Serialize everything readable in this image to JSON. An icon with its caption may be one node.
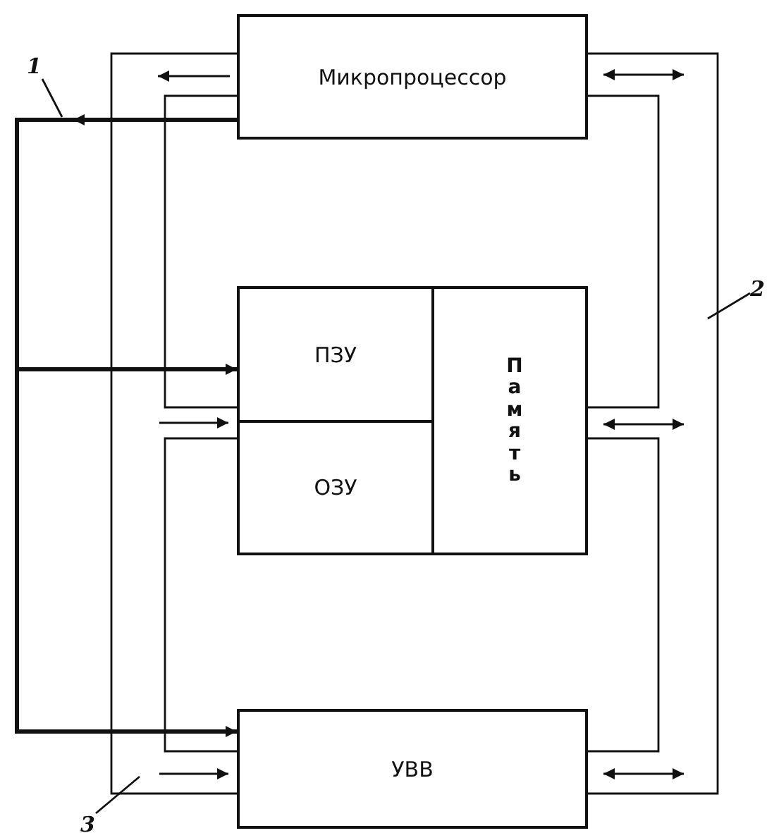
{
  "diagram": {
    "nodes": [
      {
        "text": [
          "Микропроцессор"
        ]
      },
      {
        "text": [
          "Память"
        ]
      },
      {
        "text": [
          "ПЗУ"
        ],
        "in": 1
      },
      {
        "text": [
          "ОЗУ"
        ],
        "in": 1
      },
      {
        "text": [
          "УВВ"
        ]
      },
      {
        "text": [
          "1"
        ]
      },
      {
        "text": [
          "2"
        ]
      },
      {
        "text": [
          "3"
        ]
      }
    ],
    "edges": [
      {
        "from": 0,
        "to": 2,
        "arrow": "to",
        "style": "thick"
      },
      {
        "from": 0,
        "to": 4,
        "arrow": "to",
        "style": "thick"
      },
      {
        "from": 0,
        "to": 4,
        "arrow": "none"
      },
      {
        "from": 0,
        "to": 2,
        "arrow": "none"
      },
      {
        "from": 3,
        "to": 4,
        "arrow": "none"
      },
      {
        "from": 0,
        "to": 4,
        "arrow": "none"
      },
      {
        "from": 0,
        "to": 1,
        "arrow": "none"
      },
      {
        "from": 1,
        "to": 4,
        "arrow": "none"
      },
      {
        "from": 5,
        "to": null,
        "arrow": "none"
      },
      {
        "from": 6,
        "to": null,
        "arrow": "none"
      },
      {
        "from": 7,
        "to": null,
        "arrow": "none"
      }
    ]
  }
}
